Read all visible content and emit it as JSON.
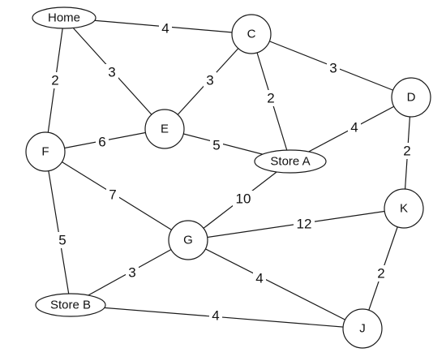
{
  "colors": {
    "background": "#ffffff",
    "stroke": "#1a1a1a",
    "text": "#111111"
  },
  "nodes": [
    {
      "id": "Home",
      "label": "Home",
      "shape": "ellipse"
    },
    {
      "id": "C",
      "label": "C",
      "shape": "circle"
    },
    {
      "id": "D",
      "label": "D",
      "shape": "circle"
    },
    {
      "id": "E",
      "label": "E",
      "shape": "circle"
    },
    {
      "id": "F",
      "label": "F",
      "shape": "circle"
    },
    {
      "id": "StoreA",
      "label": "Store A",
      "shape": "ellipse"
    },
    {
      "id": "K",
      "label": "K",
      "shape": "circle"
    },
    {
      "id": "G",
      "label": "G",
      "shape": "circle"
    },
    {
      "id": "StoreB",
      "label": "Store B",
      "shape": "ellipse"
    },
    {
      "id": "J",
      "label": "J",
      "shape": "circle"
    }
  ],
  "edges": [
    {
      "from": "Home",
      "to": "C",
      "weight": "4"
    },
    {
      "from": "Home",
      "to": "F",
      "weight": "2"
    },
    {
      "from": "Home",
      "to": "E",
      "weight": "3"
    },
    {
      "from": "C",
      "to": "E",
      "weight": "3"
    },
    {
      "from": "C",
      "to": "StoreA",
      "weight": "2"
    },
    {
      "from": "C",
      "to": "D",
      "weight": "3"
    },
    {
      "from": "D",
      "to": "StoreA",
      "weight": "4"
    },
    {
      "from": "D",
      "to": "K",
      "weight": "2"
    },
    {
      "from": "E",
      "to": "F",
      "weight": "6"
    },
    {
      "from": "E",
      "to": "StoreA",
      "weight": "5"
    },
    {
      "from": "F",
      "to": "G",
      "weight": "7"
    },
    {
      "from": "F",
      "to": "StoreB",
      "weight": "5"
    },
    {
      "from": "StoreA",
      "to": "G",
      "weight": "10"
    },
    {
      "from": "G",
      "to": "K",
      "weight": "12"
    },
    {
      "from": "G",
      "to": "StoreB",
      "weight": "3"
    },
    {
      "from": "G",
      "to": "J",
      "weight": "4"
    },
    {
      "from": "K",
      "to": "J",
      "weight": "2"
    },
    {
      "from": "StoreB",
      "to": "J",
      "weight": "4"
    }
  ]
}
